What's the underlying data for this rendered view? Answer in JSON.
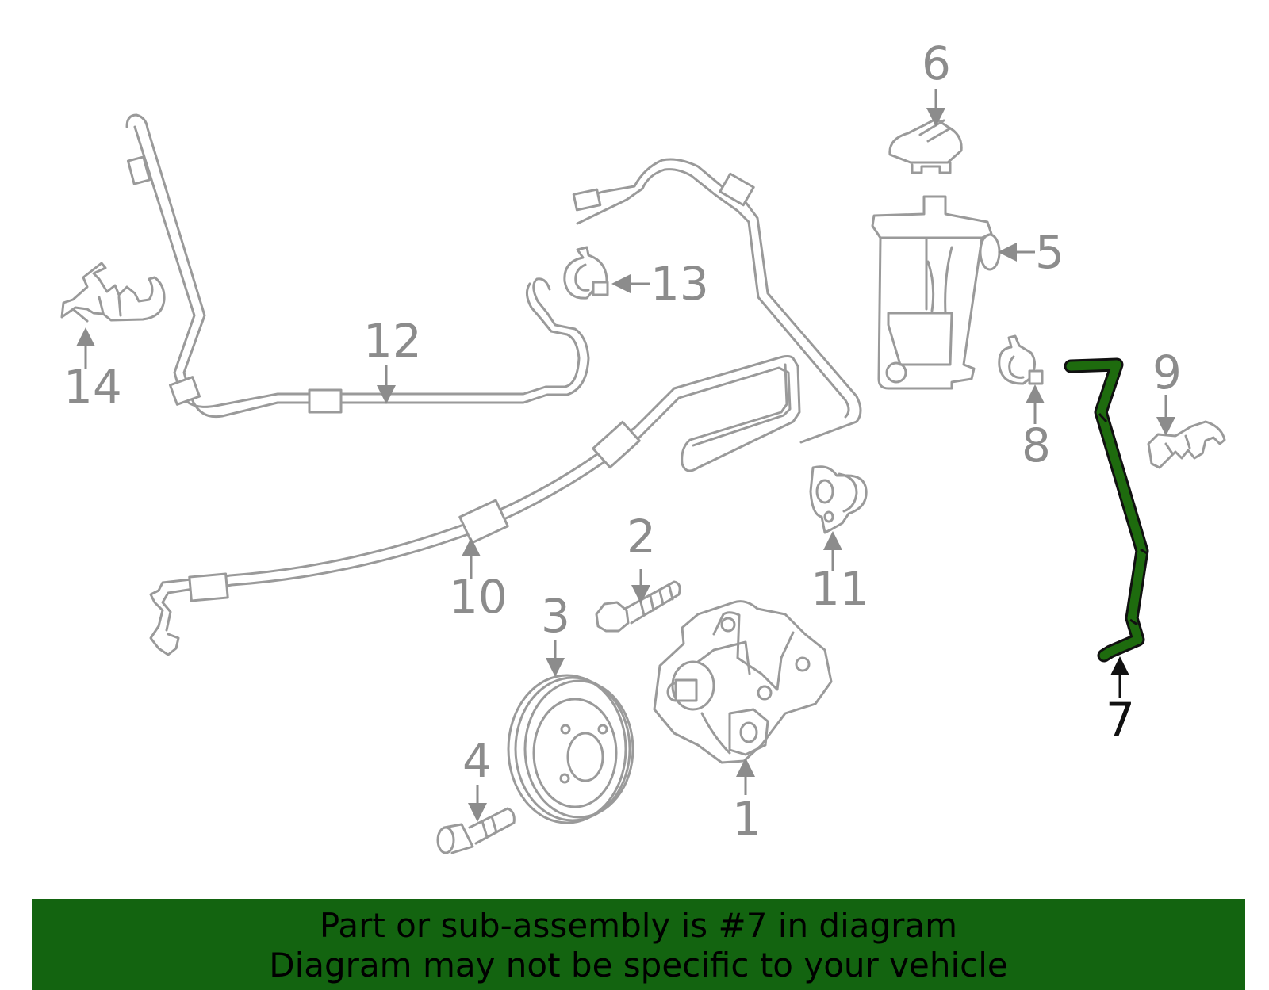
{
  "diagram": {
    "highlighted_part": "7",
    "callouts": [
      "1",
      "2",
      "3",
      "4",
      "5",
      "6",
      "7",
      "8",
      "9",
      "10",
      "11",
      "12",
      "13",
      "14"
    ],
    "colors": {
      "highlight": "#1e6b0e",
      "banner": "#136410",
      "part_lines": "#9a9a9a"
    }
  },
  "banner": {
    "line1": "Part or sub-assembly is #7 in diagram",
    "line2": "Diagram may not be specific to your vehicle"
  }
}
